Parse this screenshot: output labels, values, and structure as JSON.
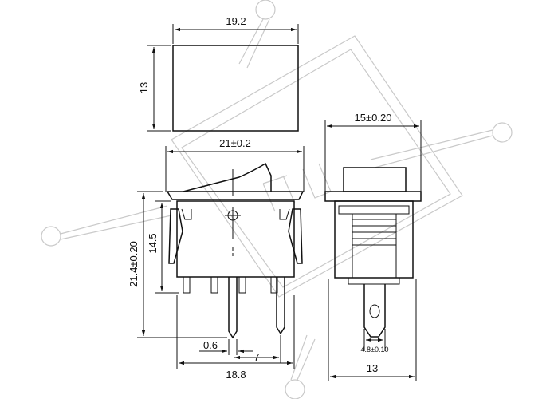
{
  "dimensions": {
    "top_width": "19.2",
    "top_height": "13",
    "rocker_width": "21±0.2",
    "total_height": "21.4±0.20",
    "body_height": "14.5",
    "pin_thickness": "0.6",
    "pin_spacing": "7",
    "base_width": "18.8",
    "side_width": "15±0.20",
    "side_base_width": "13",
    "terminal_width": "4.8±0.10"
  },
  "colors": {
    "line": "#111111",
    "watermark": "#c9c9c9"
  }
}
